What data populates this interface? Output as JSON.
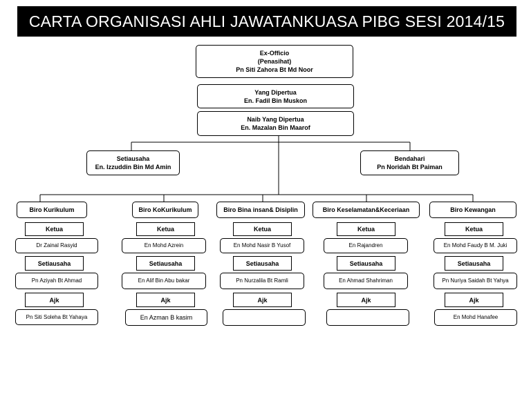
{
  "title": "CARTA ORGANISASI AHLI JAWATANKUASA PIBG SESI 2014/15",
  "top": {
    "exofficio": {
      "line1": "Ex-Officio",
      "line2": "(Penasihat)",
      "line3": "Pn Siti Zahora Bt Md Noor"
    },
    "yang_dipertua": {
      "role": "Yang Dipertua",
      "name": "En. Fadil Bin Muskon"
    },
    "naib_yang_dipertua": {
      "role": "Naib Yang Dipertua",
      "name": "En. Mazalan Bin Maarof"
    },
    "setiausaha": {
      "role": "Setiausaha",
      "name": "En. Izzuddin Bin Md Amin"
    },
    "bendahari": {
      "role": "Bendahari",
      "name": "Pn Noridah Bt Paiman"
    }
  },
  "biro": [
    {
      "name": "Biro Kurikulum",
      "ketua_label": "Ketua",
      "ketua": "Dr Zainal Rasyid",
      "setiausaha_label": "Setiausaha",
      "setiausaha": "Pn Aziyah Bt Ahmad",
      "ajk_label": "Ajk",
      "ajk": "Pn Siti Soleha Bt Yahaya"
    },
    {
      "name": "Biro KoKurikulum",
      "ketua_label": "Ketua",
      "ketua": "En Mohd Azrein",
      "setiausaha_label": "Setiausaha",
      "setiausaha": "En Alif Bin Abu bakar",
      "ajk_label": "Ajk",
      "ajk": "En Azman B kasim"
    },
    {
      "name": "Biro Bina insan& Disiplin",
      "ketua_label": "Ketua",
      "ketua": "En Mohd Nasir B Yusof",
      "setiausaha_label": "Setiausaha",
      "setiausaha": "Pn Nurzalila Bt Ramli",
      "ajk_label": "Ajk",
      "ajk": ""
    },
    {
      "name": "Biro Keselamatan&Keceriaan",
      "ketua_label": "Ketua",
      "ketua": "En Rajandren",
      "setiausaha_label": "Setiausaha",
      "setiausaha": "En Ahmad Shahriman",
      "ajk_label": "Ajk",
      "ajk": ""
    },
    {
      "name": "Biro Kewangan",
      "ketua_label": "Ketua",
      "ketua": "En Mohd Faudy B M. Juki",
      "setiausaha_label": "Setiausaha",
      "setiausaha": "Pn Nuriya Saidah Bt Yahya",
      "ajk_label": "Ajk",
      "ajk": "En Mohd Hanafee"
    }
  ]
}
